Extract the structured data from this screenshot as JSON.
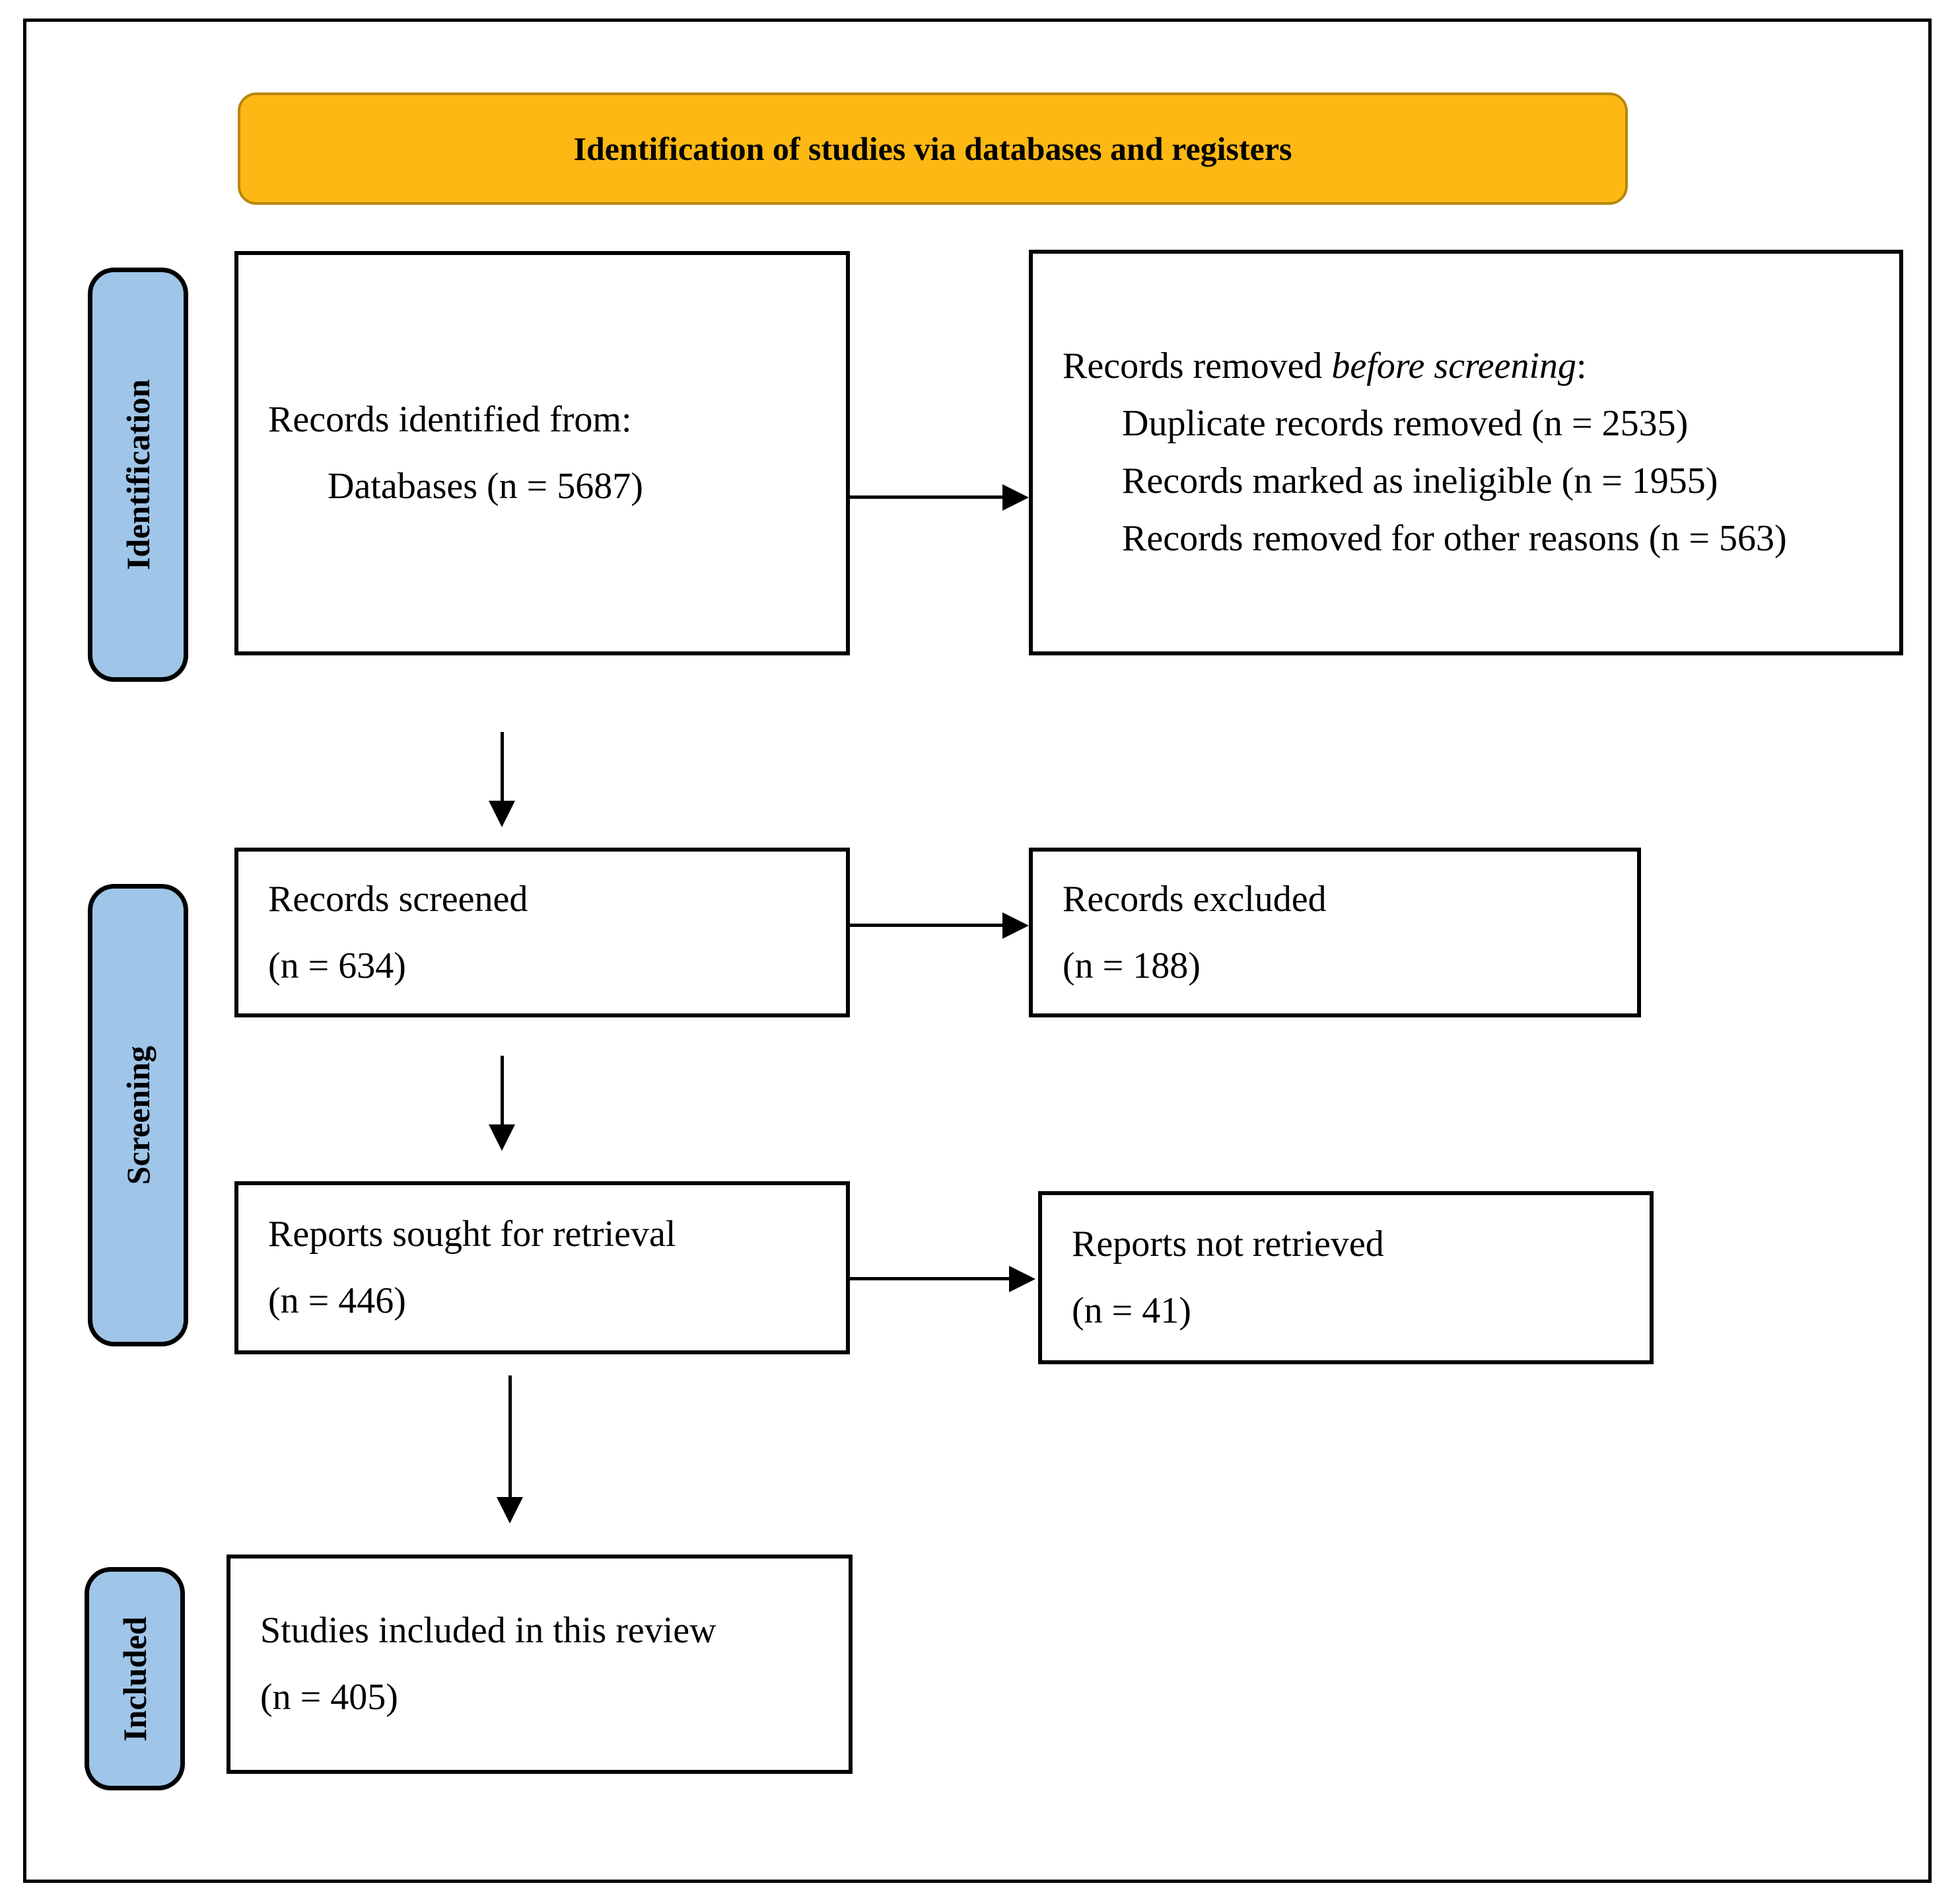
{
  "banner": {
    "title": "Identification of studies via databases and registers"
  },
  "stages": {
    "identification": "Identification",
    "screening": "Screening",
    "included": "Included"
  },
  "boxes": {
    "records_identified": {
      "line1": "Records identified from:",
      "line2": "Databases (n = 5687)"
    },
    "records_removed": {
      "heading_prefix": "Records removed ",
      "heading_italic": "before screening",
      "heading_suffix": ":",
      "items": [
        "Duplicate records removed (n = 2535)",
        "Records marked as ineligible (n = 1955)",
        "Records removed for other reasons (n = 563)"
      ]
    },
    "records_screened": {
      "line1": "Records screened",
      "line2": "(n = 634)"
    },
    "records_excluded": {
      "line1": "Records excluded",
      "line2": "(n = 188)"
    },
    "reports_sought": {
      "line1": "Reports sought for retrieval",
      "line2": "(n = 446)"
    },
    "reports_not_retrieved": {
      "line1": "Reports not retrieved",
      "line2": "(n = 41)"
    },
    "studies_included": {
      "line1": "Studies included in this review",
      "line2": "(n = 405)"
    }
  },
  "colors": {
    "banner_bg": "#FDB813",
    "banner_border": "#B8860B",
    "stage_bg": "#9FC5E8",
    "line_color": "#000000"
  }
}
